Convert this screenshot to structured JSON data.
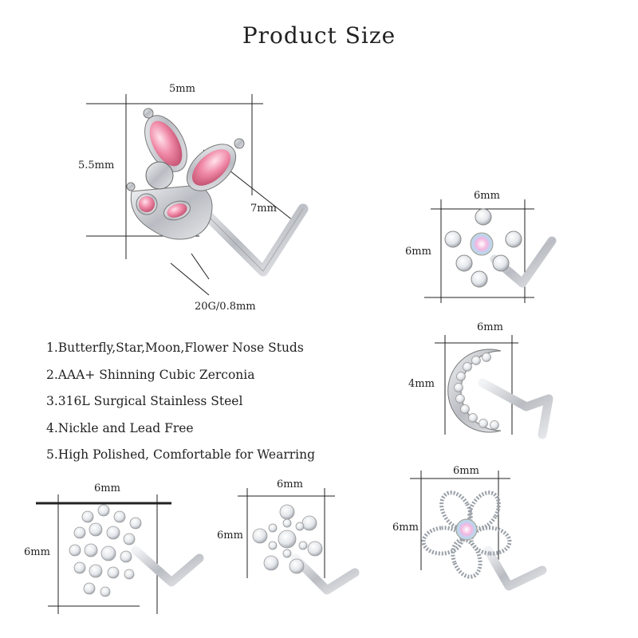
{
  "title": "Product Size",
  "butterfly": {
    "width_label": "5mm",
    "height_label": "5.5mm",
    "post_length_label": "7mm",
    "gauge_label": "20G/0.8mm"
  },
  "star": {
    "width_label": "6mm",
    "height_label": "6mm"
  },
  "moon": {
    "width_label": "6mm",
    "height_label": "4mm"
  },
  "cluster": {
    "width_label": "6mm",
    "height_label": "6mm"
  },
  "snowflake": {
    "width_label": "6mm",
    "height_label": "6mm"
  },
  "flower": {
    "width_label": "6mm",
    "height_label": "6mm"
  },
  "features": [
    "1.Butterfly,Star,Moon,Flower Nose Studs",
    "2.AAA+ Shinning Cubic Zerconia",
    "3.316L Surgical Stainless Steel",
    "4.Nickle and Lead Free",
    "5.High Polished, Comfortable for Wearring"
  ],
  "colors": {
    "pink_gem": "#f08aa8",
    "steel": "#c9ccd1",
    "line": "#222222"
  }
}
